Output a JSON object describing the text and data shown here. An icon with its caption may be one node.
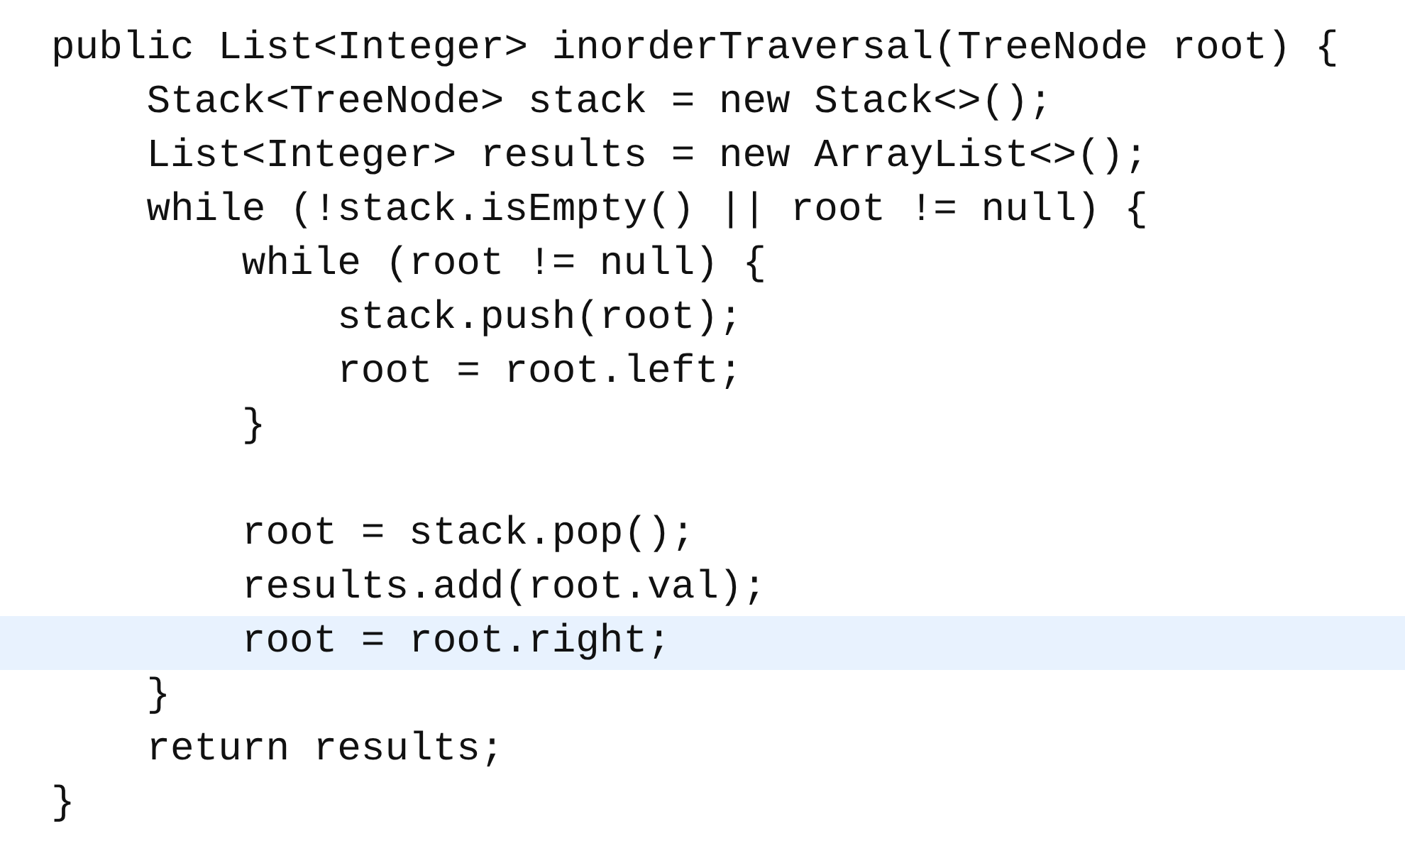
{
  "diagram": {
    "labels": [
      "public List<Integer> inorderTraversal(TreeNode root) {",
      "Stack<TreeNode> stack = new Stack<>();",
      "List<Integer> results = new ArrayList<>();",
      "while (!stack.isEmpty() || root != null) {",
      "while (root != null) {",
      "stack.push(root);",
      "root = root.left;",
      "}",
      "root = stack.pop();",
      "results.add(root.val);",
      "root = root.right;",
      "}",
      "return results;",
      "}"
    ]
  }
}
